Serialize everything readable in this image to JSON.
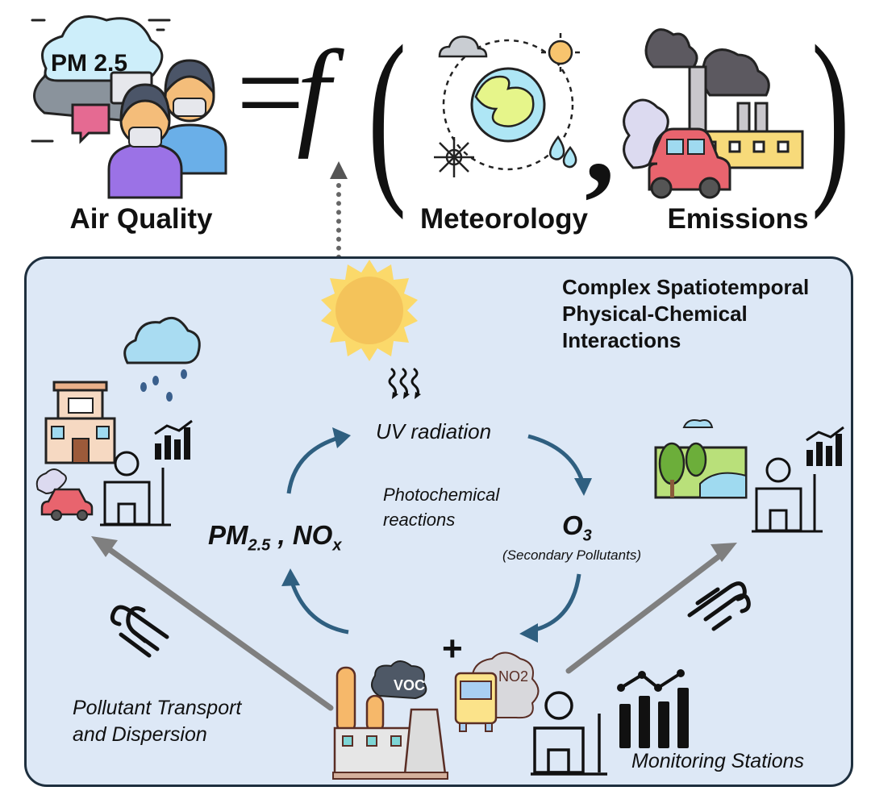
{
  "equation": {
    "lhs_label": "Air Quality",
    "equals": "=",
    "function": "f",
    "open_paren": "(",
    "comma": ",",
    "close_paren": ")",
    "arg1_label": "Meteorology",
    "arg2_label": "Emissions",
    "pm_cloud_text": "PM 2.5"
  },
  "panel": {
    "title_lines": [
      "Complex Spatiotemporal",
      "Physical-Chemical",
      "Interactions"
    ],
    "uv_label": "UV radiation",
    "photochem_lines": [
      "Photochemical",
      "reactions"
    ],
    "primary": {
      "pm": "PM",
      "pm_sub": "2.5",
      "sep": " , ",
      "nox": "NO",
      "nox_sub": "x"
    },
    "ozone": {
      "o": "O",
      "sub": "3",
      "note": "(Secondary Pollutants)"
    },
    "plus": "+",
    "voc_text": "VOC",
    "no2_text": "NO2",
    "transport_lines": [
      "Pollutant Transport",
      "and Dispersion"
    ],
    "stations_label": "Monitoring Stations"
  },
  "colors": {
    "panel_bg": "#dde8f6",
    "cycle_arrow": "#2f5f80",
    "transport_arrow": "#7f7f7f",
    "sun": "#f4c35a"
  }
}
